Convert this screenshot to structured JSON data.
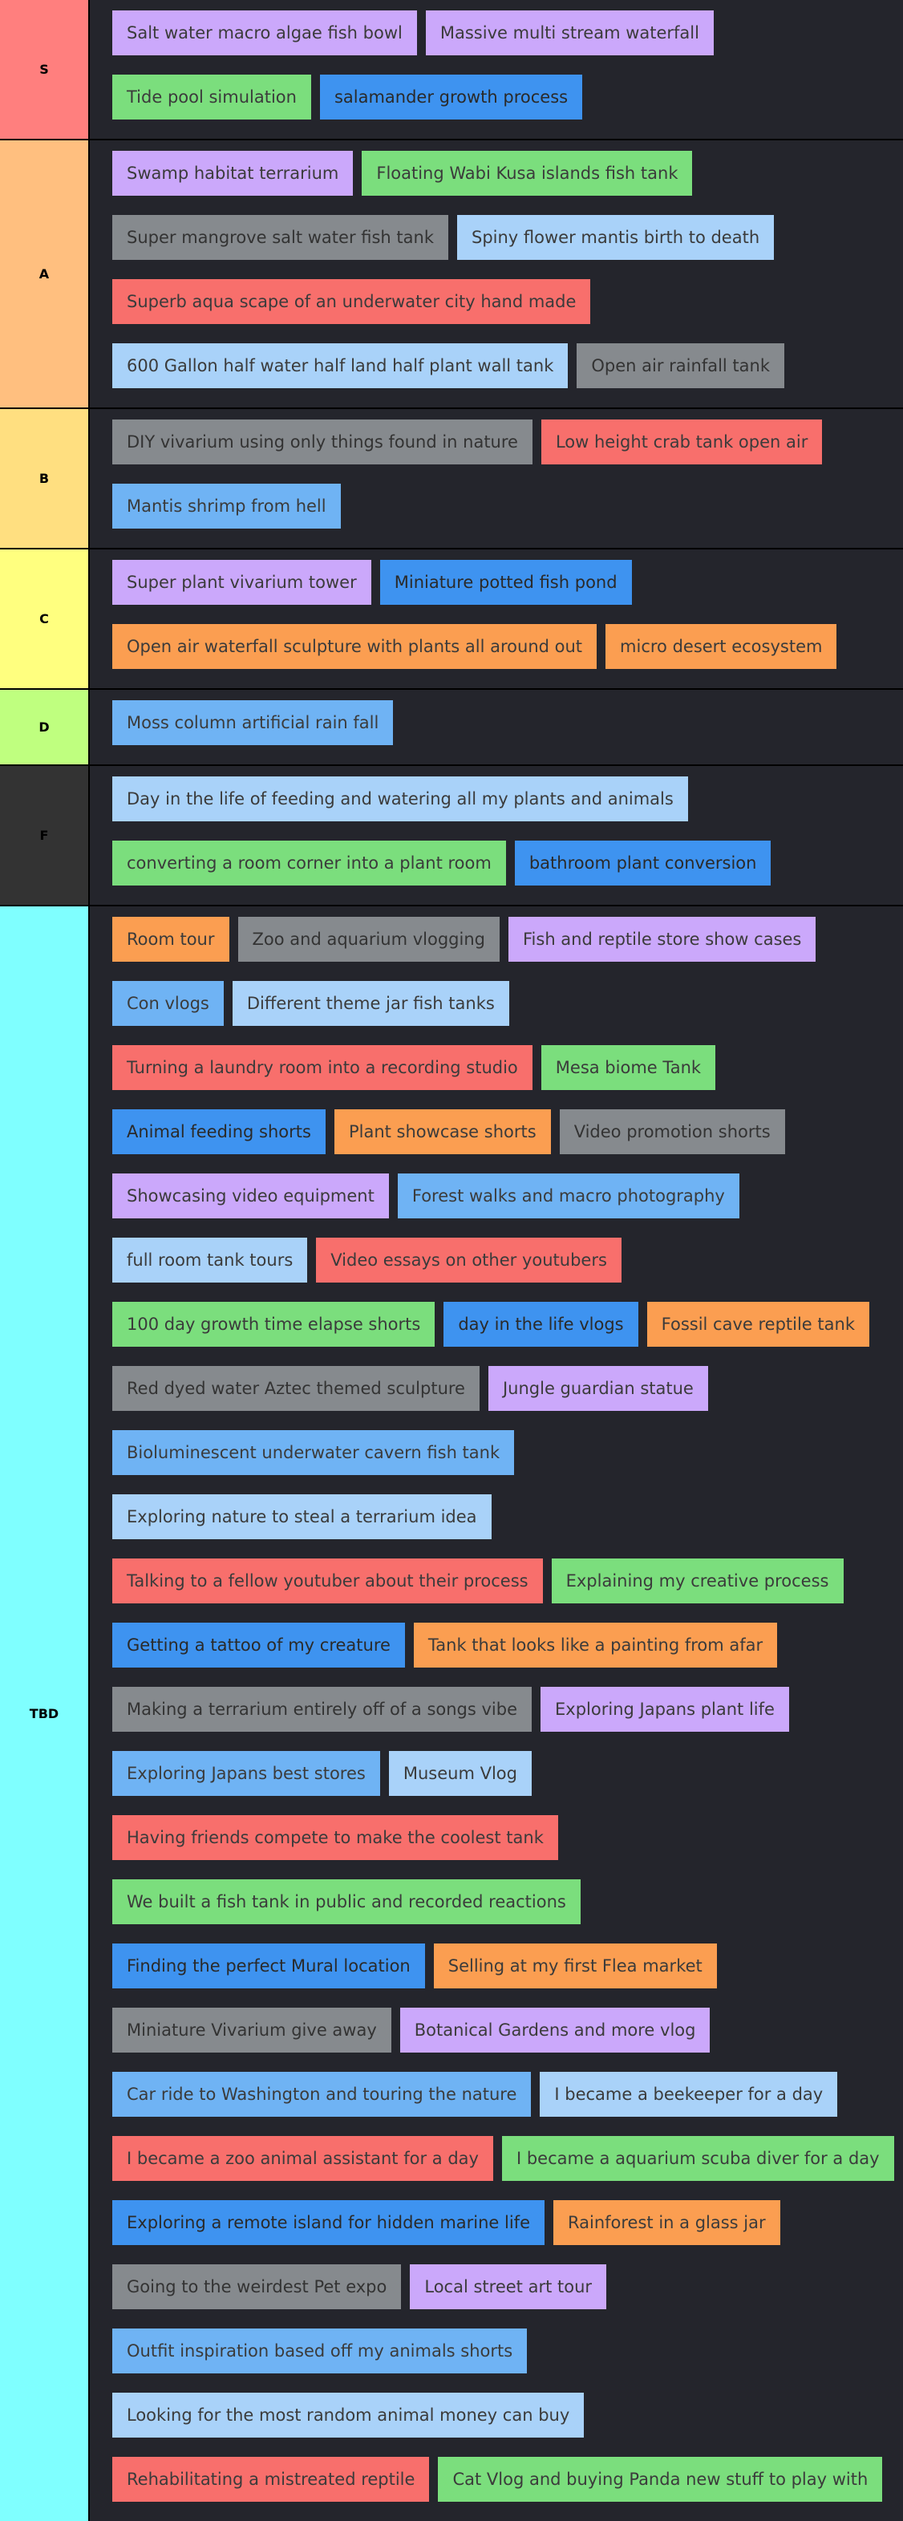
{
  "colors": {
    "tier_s": "#ff7f7e",
    "tier_a": "#ffbf7f",
    "tier_b": "#ffdf80",
    "tier_c": "#ffff7f",
    "tier_d": "#bfff7f",
    "tier_f": "#333333",
    "tier_tbd": "#7fffff",
    "row_background": "#24252c"
  },
  "tiers": [
    {
      "label": "S",
      "items": [
        {
          "text": "Salt water macro algae fish bowl",
          "color": "purple"
        },
        {
          "text": "Massive multi stream waterfall",
          "color": "purple"
        },
        {
          "text": "Tide pool simulation",
          "color": "green"
        },
        {
          "text": "salamander growth process",
          "color": "blue"
        }
      ]
    },
    {
      "label": "A",
      "items": [
        {
          "text": "Swamp habitat terrarium",
          "color": "purple"
        },
        {
          "text": "Floating Wabi Kusa islands fish tank",
          "color": "green"
        },
        {
          "text": "Super mangrove salt water fish tank",
          "color": "gray"
        },
        {
          "text": "Spiny flower mantis birth to death",
          "color": "lightblue"
        },
        {
          "text": "Superb aqua scape of an underwater city hand made",
          "color": "red"
        },
        {
          "text": "600 Gallon half water half land half plant wall tank",
          "color": "lightblue"
        },
        {
          "text": "Open air rainfall tank",
          "color": "gray"
        }
      ]
    },
    {
      "label": "B",
      "items": [
        {
          "text": "DIY vivarium using only things found in nature",
          "color": "gray"
        },
        {
          "text": "Low height crab tank open air",
          "color": "red"
        },
        {
          "text": "Mantis shrimp from hell",
          "color": "midblue"
        }
      ]
    },
    {
      "label": "C",
      "items": [
        {
          "text": "Super plant vivarium tower",
          "color": "purple"
        },
        {
          "text": "Miniature potted fish pond",
          "color": "blue"
        },
        {
          "text": "Open air waterfall sculpture with plants all around out",
          "color": "orange"
        },
        {
          "text": "micro desert ecosystem",
          "color": "orange"
        }
      ]
    },
    {
      "label": "D",
      "items": [
        {
          "text": "Moss column artificial rain fall",
          "color": "midblue"
        }
      ]
    },
    {
      "label": "F",
      "items": [
        {
          "text": "Day in the life of feeding and watering all my plants and animals",
          "color": "lightblue"
        },
        {
          "text": "converting a room corner into a plant room",
          "color": "green"
        },
        {
          "text": "bathroom plant conversion",
          "color": "blue"
        }
      ]
    },
    {
      "label": "TBD",
      "items": [
        {
          "text": "Room tour",
          "color": "orange"
        },
        {
          "text": "Zoo and aquarium vlogging",
          "color": "gray"
        },
        {
          "text": "Fish and reptile store show cases",
          "color": "purple"
        },
        {
          "text": "Con vlogs",
          "color": "midblue"
        },
        {
          "text": "Different theme jar fish tanks",
          "color": "lightblue"
        },
        {
          "text": "Turning a laundry room into a recording studio",
          "color": "red"
        },
        {
          "text": "Mesa biome Tank",
          "color": "green"
        },
        {
          "text": "Animal feeding shorts",
          "color": "blue"
        },
        {
          "text": "Plant showcase shorts",
          "color": "orange"
        },
        {
          "text": "Video promotion shorts",
          "color": "gray"
        },
        {
          "text": "Showcasing video equipment",
          "color": "purple"
        },
        {
          "text": "Forest walks and macro photography",
          "color": "midblue"
        },
        {
          "text": "full room tank tours",
          "color": "lightblue"
        },
        {
          "text": "Video essays on other youtubers",
          "color": "red"
        },
        {
          "text": "100 day growth time elapse shorts",
          "color": "green"
        },
        {
          "text": "day in the life vlogs",
          "color": "blue"
        },
        {
          "text": "Fossil cave reptile tank",
          "color": "orange"
        },
        {
          "text": "Red dyed water Aztec themed sculpture",
          "color": "gray"
        },
        {
          "text": "Jungle guardian statue",
          "color": "purple"
        },
        {
          "text": "Bioluminescent underwater cavern fish tank",
          "color": "midblue"
        },
        {
          "text": "Exploring nature to steal a terrarium idea",
          "color": "lightblue"
        },
        {
          "text": "Talking to a fellow youtuber about their process",
          "color": "red"
        },
        {
          "text": "Explaining my creative process",
          "color": "green"
        },
        {
          "text": "Getting a tattoo of my creature",
          "color": "blue"
        },
        {
          "text": "Tank that looks like a painting from afar",
          "color": "orange"
        },
        {
          "text": "Making a terrarium entirely off of a songs vibe",
          "color": "gray"
        },
        {
          "text": "Exploring Japans plant life",
          "color": "purple"
        },
        {
          "text": "Exploring Japans best stores",
          "color": "midblue"
        },
        {
          "text": "Museum Vlog",
          "color": "lightblue"
        },
        {
          "text": "Having friends compete to make the coolest tank",
          "color": "red"
        },
        {
          "text": "We built a fish tank in public and recorded reactions",
          "color": "green"
        },
        {
          "text": "Finding the perfect Mural location",
          "color": "blue"
        },
        {
          "text": "Selling at my first Flea market",
          "color": "orange"
        },
        {
          "text": "Miniature Vivarium give away",
          "color": "gray"
        },
        {
          "text": "Botanical Gardens and more vlog",
          "color": "purple"
        },
        {
          "text": "Car ride to Washington and touring the nature",
          "color": "midblue"
        },
        {
          "text": "I became a beekeeper for a day",
          "color": "lightblue"
        },
        {
          "text": "I became a zoo animal assistant for a day",
          "color": "red"
        },
        {
          "text": "I became a aquarium scuba diver for a day",
          "color": "green"
        },
        {
          "text": "Exploring a remote island for hidden marine life",
          "color": "blue"
        },
        {
          "text": "Rainforest in a glass jar",
          "color": "orange"
        },
        {
          "text": "Going to the weirdest Pet expo",
          "color": "gray"
        },
        {
          "text": "Local street art tour",
          "color": "purple"
        },
        {
          "text": "Outfit inspiration based off my animals shorts",
          "color": "midblue"
        },
        {
          "text": "Looking for the most random animal money can buy",
          "color": "lightblue"
        },
        {
          "text": "Rehabilitating a mistreated reptile",
          "color": "red"
        },
        {
          "text": "Cat Vlog and buying Panda new stuff to play with",
          "color": "green"
        }
      ]
    }
  ]
}
